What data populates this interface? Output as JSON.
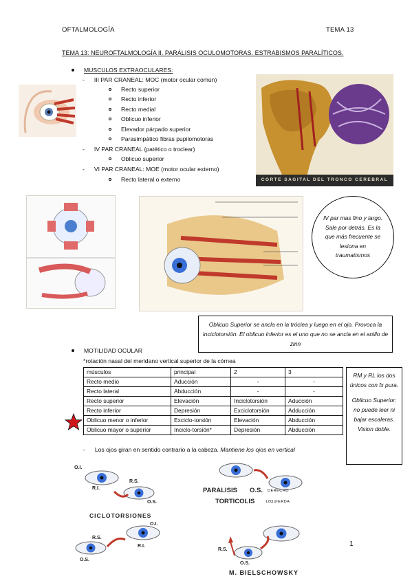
{
  "header": {
    "left": "OFTALMOLOGÍA",
    "right": "TEMA 13"
  },
  "title": "TEMA 13: NEUROFTALMOLOGÍA II. PARÁLISIS OCULOMOTORAS. ESTRABISMOS PARALÍTICOS.",
  "section1": {
    "heading": "MUSCULOS EXTRAOCULARES:",
    "nerve3": "III PAR CRANEAL: MOC (motor ocular común)",
    "nerve3_items": [
      "Recto superior",
      "Recto inferior",
      "Recto medial",
      "Oblicuo inferior",
      "Elevador párpado superior",
      "Parasimpático fibras pupilomotoras"
    ],
    "nerve4": "IV PAR CRANEAL (patético o troclear)",
    "nerve4_items": [
      "Oblicuo superior"
    ],
    "nerve6": "VI PAR CRANEAL: MOE (motor ocular externo)",
    "nerve6_items": [
      "Recto lateral o externo"
    ]
  },
  "figures": {
    "brainstem_caption": "CORTE SAGITAL DEL TRONCO CEREBRAL",
    "ciclo_caption": "CICLOTORSIONES",
    "ciclo_labels": [
      "O.I.",
      "R.I.",
      "R.S.",
      "O.S.",
      "R.S.",
      "O.S.",
      "O.I.",
      "R.I."
    ],
    "paralisis_line1": "PARALISIS",
    "paralisis_os": "O.S.",
    "paralisis_derecho": "DERECHO",
    "torticolis": "TORTICOLIS",
    "izquierda": "IZQUIERDA",
    "biel_caption": "M.  BIELSCHOWSKY",
    "biel_labels": [
      "R.S.",
      "O.S."
    ]
  },
  "bubble_text": "IV par mas fino y largo. Sale por detrás. Es la que más frecuente se lesiona en traumatismos",
  "note_box": "Oblicuo Superior se ancla en la tróclea y luego en el ojo. Provoca la inciclotorsión. El oblicuo inferior es el uno que no se ancla en el anillo de zinn",
  "section2": {
    "heading": "MOTILIDAD OCULAR",
    "subnote": "*rotación nasal del meridano vertical superior de la córnea"
  },
  "table": {
    "headers": [
      "músculos",
      "principal",
      "2",
      "3"
    ],
    "rows": [
      [
        "Recto medio",
        "Aducción",
        "-",
        "-"
      ],
      [
        "Recto lateral",
        "Abducción",
        "-",
        "-"
      ],
      [
        "Recto superior",
        "Elevación",
        "Inciclotorsión",
        "Aducción"
      ],
      [
        "Recto inferior",
        "Depresión",
        "Exciclotorsión",
        "Adducción"
      ],
      [
        "Oblicuo menor o inferior",
        "Exciclo-torsión",
        "Elevación",
        "Abducción"
      ],
      [
        "Oblicuo mayor o superior",
        "Inciclo-torsión*",
        "Depresión",
        "Abducción"
      ]
    ]
  },
  "side_box": {
    "p1": "RM y RL los dos únicos con fx pura.",
    "p2": "Oblicuo Superior: no puede leer ni bajar escaleras. Vision doble."
  },
  "eyes_line": {
    "plain": "Los ojos giran en sentido contrario a la cabeza.",
    "italic": "Mantiene los ojos en vertical"
  },
  "page_number": "1",
  "colors": {
    "star": "#d0181a",
    "arrow": "#c0392b",
    "iris": "#3a6fd8"
  }
}
